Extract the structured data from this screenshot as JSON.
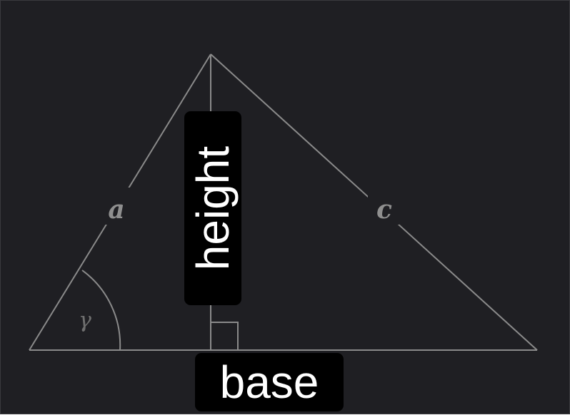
{
  "diagram": {
    "side_a_label": "a",
    "side_c_label": "c",
    "angle_label": "γ",
    "height_label": "height",
    "base_label": "base"
  },
  "colors": {
    "background": "#1f1f23",
    "lines": "#8a8a8a",
    "label_box": "#000000",
    "label_text": "#ffffff"
  }
}
